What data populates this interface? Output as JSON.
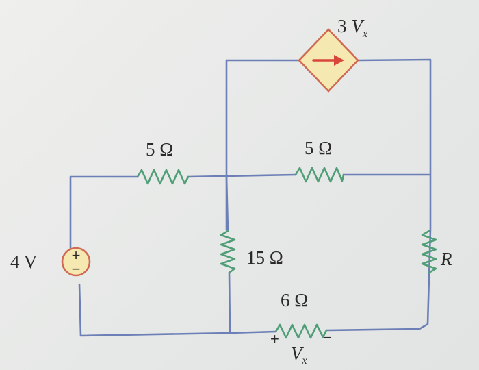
{
  "diagram": {
    "labels": {
      "r_top_left": "5 Ω",
      "r_top_right": "5 Ω",
      "r_middle": "15 Ω",
      "r_bottom": "6 Ω",
      "r_unknown": "R",
      "source_voltage": "4 V",
      "dependent_source_coef": "3",
      "dependent_source_var": "V",
      "dependent_source_sub": "x",
      "vx_var": "V",
      "vx_sub": "x",
      "vx_plus": "+",
      "vx_minus": "−",
      "source_plus": "+",
      "source_minus": "−"
    },
    "colors": {
      "wire": "#6c7fb6",
      "resistor": "#4f9e77",
      "source_outline": "#d06a52",
      "source_fill": "#f6e8b1",
      "arrow": "#d8473a"
    }
  }
}
